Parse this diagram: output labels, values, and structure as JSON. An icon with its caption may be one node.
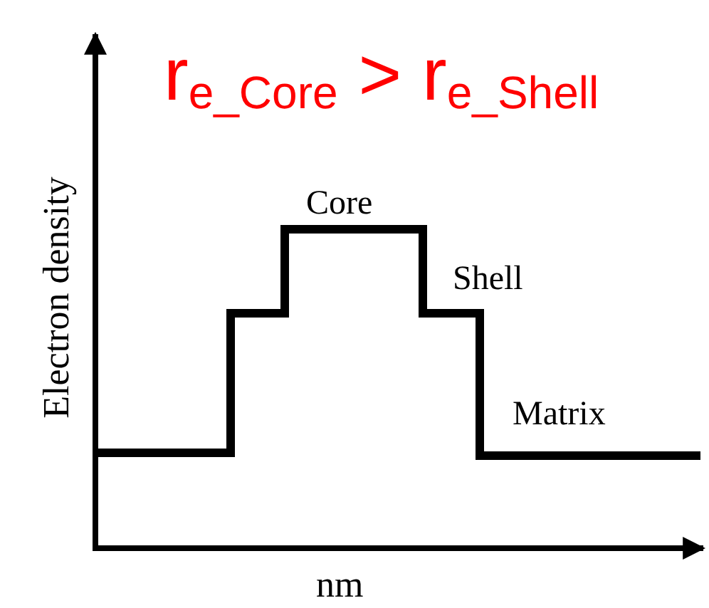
{
  "diagram": {
    "title": "r$_{e_Core}$ > r$_{e_Shell}$",
    "labels": [
      "Core",
      "Shell",
      "Matrix",
      "Electron density",
      "nm"
    ]
  }
}
